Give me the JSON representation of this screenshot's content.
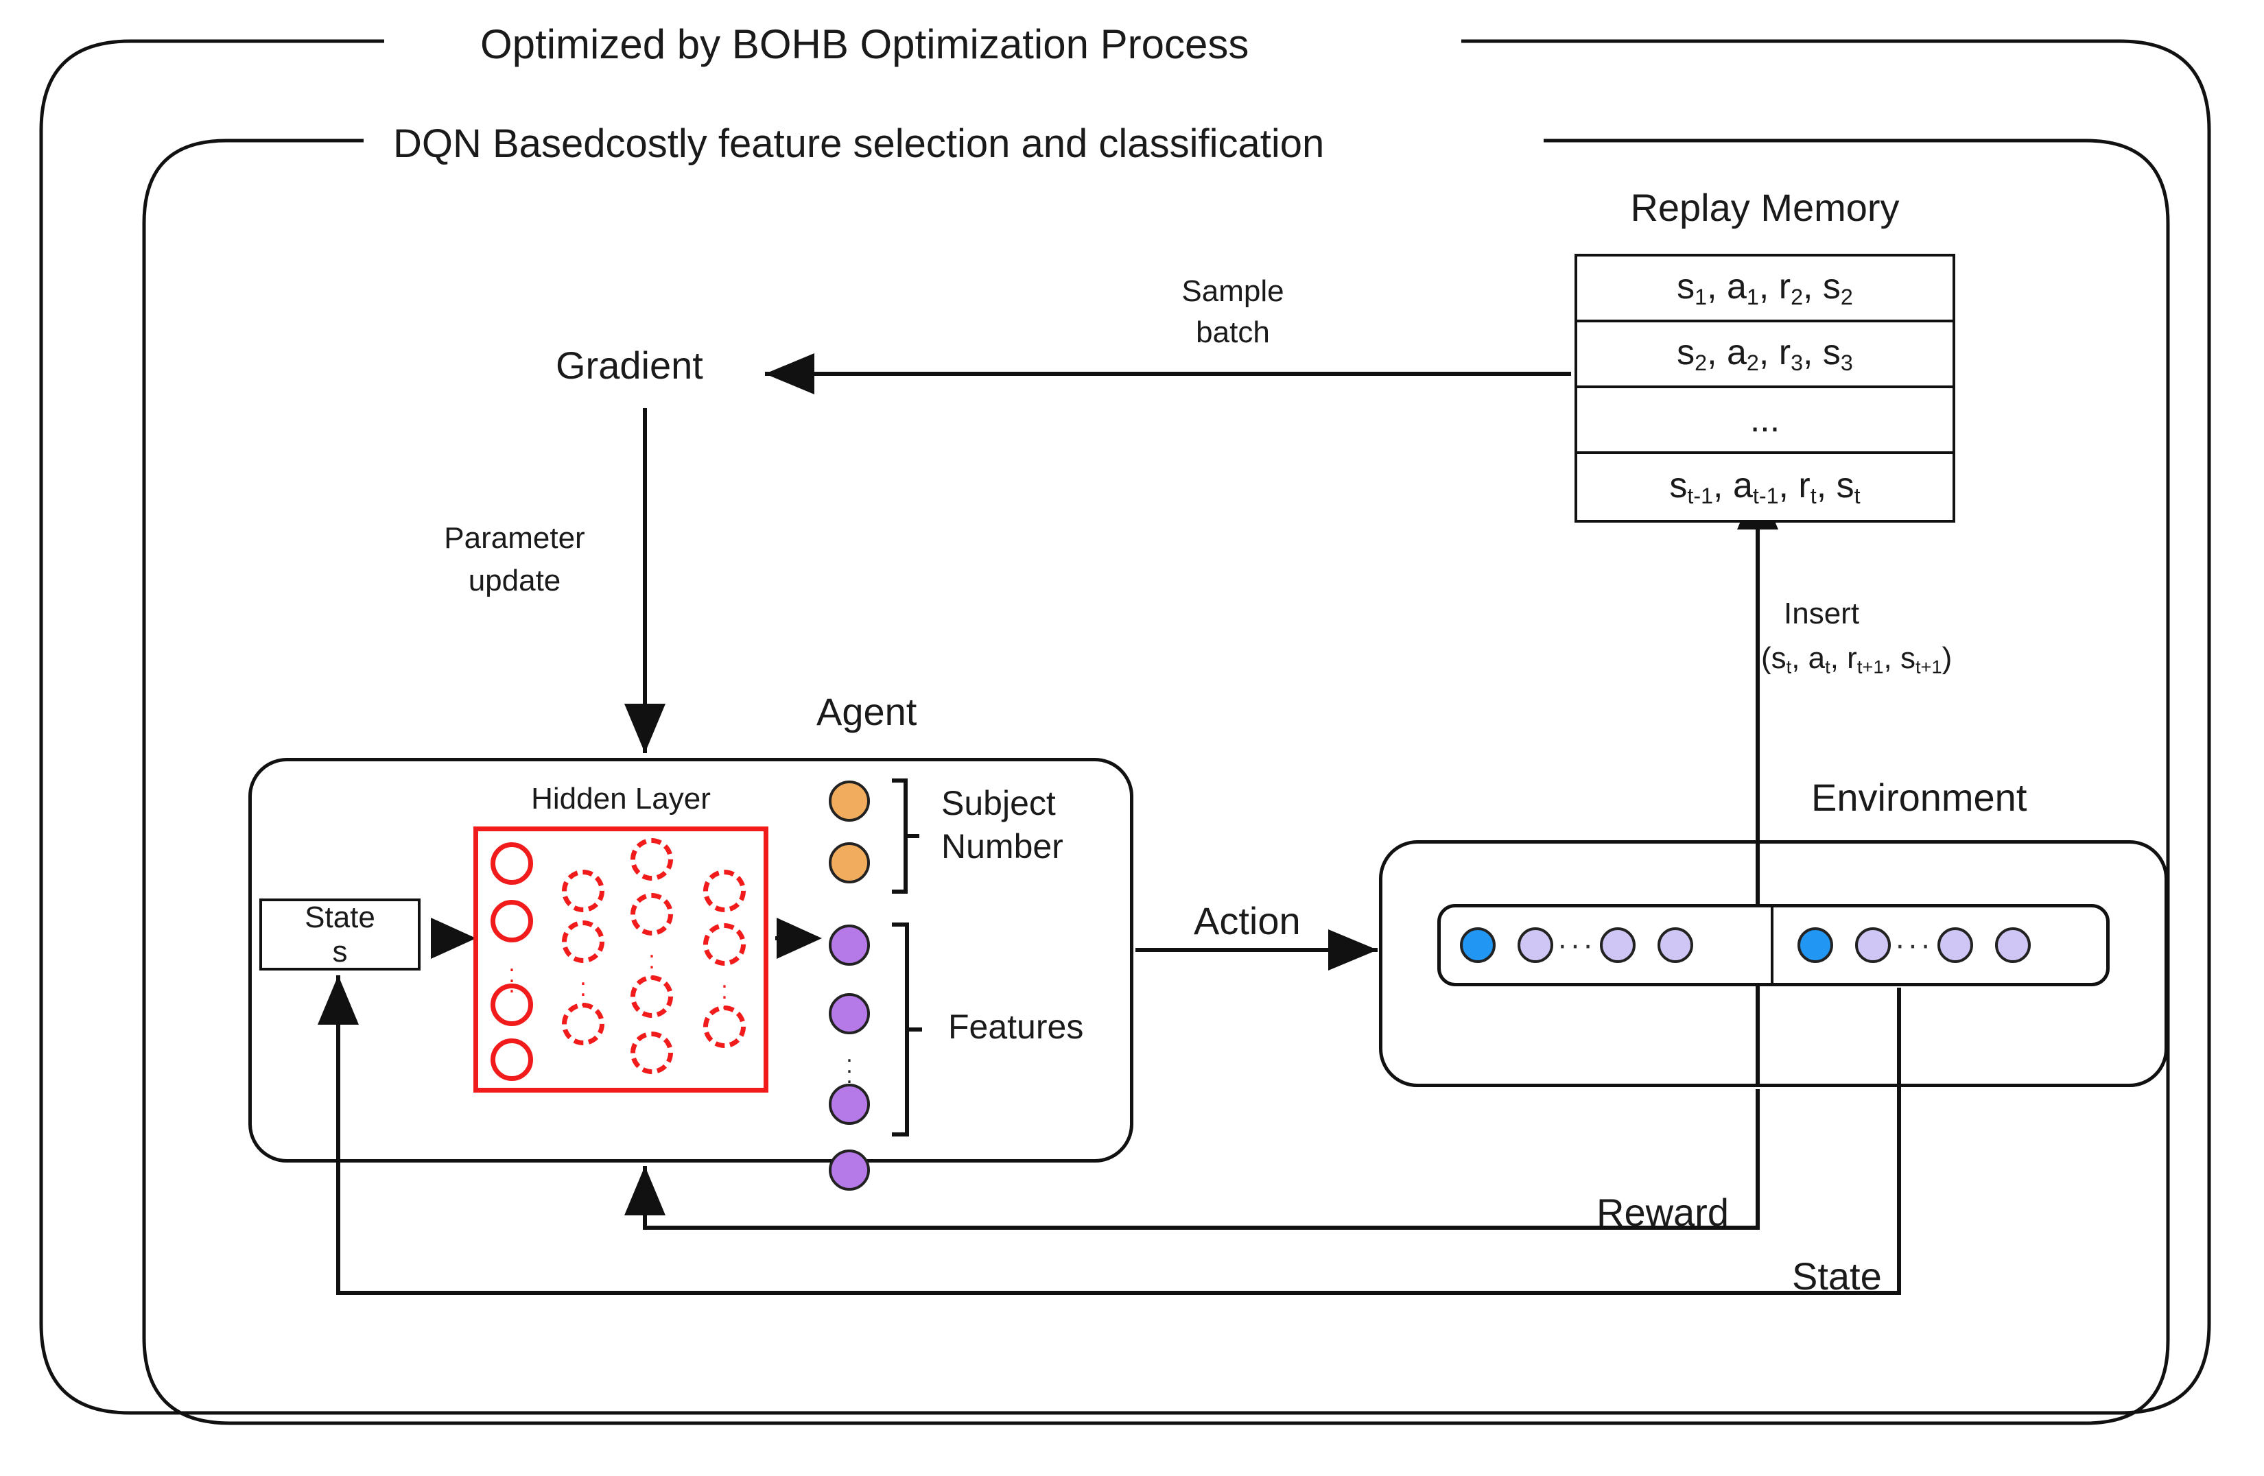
{
  "title_outer": "Optimized by BOHB Optimization Process",
  "title_inner": "DQN Basedcostly feature selection and classification",
  "replay_memory": {
    "heading": "Replay Memory",
    "rows": [
      "s₁, a₁, r₂, s₂",
      "s₂, a₂, r₃, s₃",
      "...",
      "s₍t-1₎, a₍t-1₎, r₍t₎, s₍t₎"
    ]
  },
  "labels": {
    "sample_batch_line1": "Sample",
    "sample_batch_line2": "batch",
    "gradient": "Gradient",
    "param_update_line1": "Parameter",
    "param_update_line2": "update",
    "insert_line1": "Insert",
    "agent": "Agent",
    "environment": "Environment",
    "hidden_layer": "Hidden Layer",
    "state_box_line1": "State",
    "state_box_line2": "s",
    "subject_line1": "Subject",
    "subject_line2": "Number",
    "features": "Features",
    "action": "Action",
    "reward": "Reward",
    "state": "State"
  },
  "colors": {
    "orange": "#F2AC5E",
    "purple": "#B579E8",
    "blue": "#2196F3",
    "lavender": "#CFC6F5",
    "red": "#F21B1B",
    "ink": "#111111"
  },
  "agent_output": {
    "subject_number_count": 2,
    "features_count": 4
  },
  "environment_groups": [
    {
      "dots": [
        "blue",
        "lavender",
        "ellipsis",
        "lavender",
        "lavender"
      ]
    },
    {
      "dots": [
        "blue",
        "lavender",
        "ellipsis",
        "lavender",
        "lavender"
      ]
    }
  ],
  "hidden_layer": {
    "columns": 4,
    "solid_column_nodes": 4,
    "dashed_column_nodes": [
      3,
      4,
      3
    ]
  }
}
